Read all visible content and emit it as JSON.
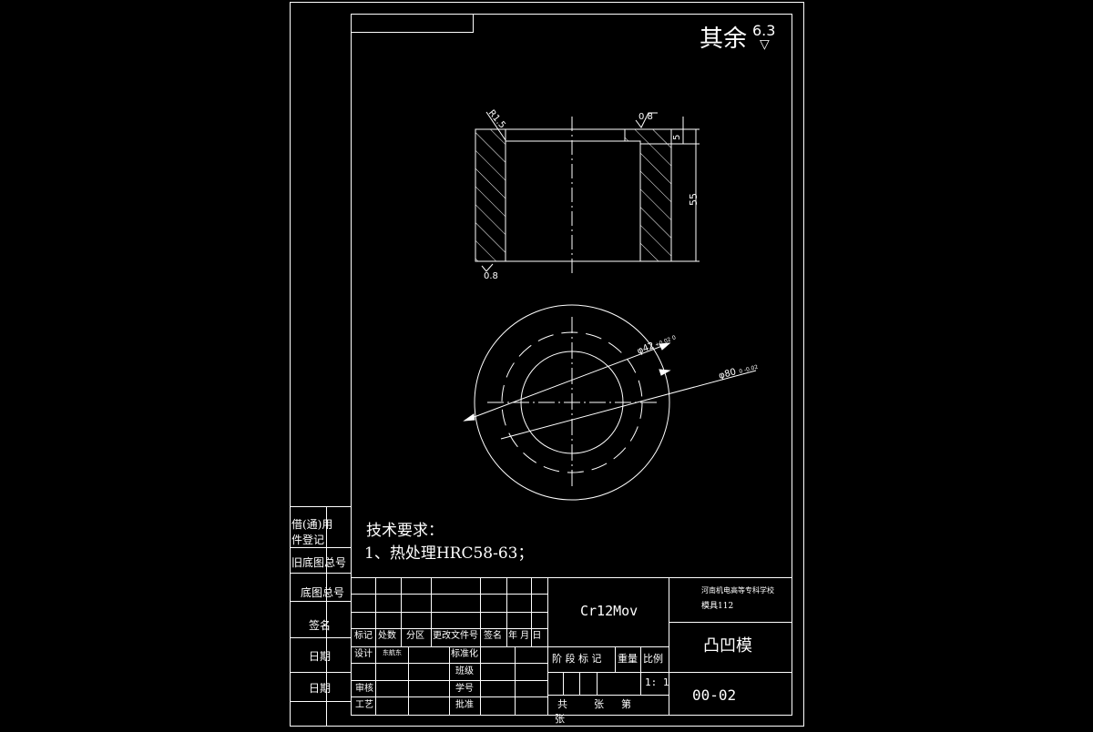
{
  "roughness": {
    "label": "其余",
    "value": "6.3"
  },
  "section_view": {
    "dims": {
      "fillet": "R1.5",
      "chamfer": "0.8",
      "step_height": "5",
      "height": "55",
      "surface_bottom": "0.8"
    }
  },
  "plan_view": {
    "dims": {
      "inner_dia": "φ42",
      "inner_tol": "+0.02\n0",
      "outer_dia": "φ80",
      "outer_tol": "0\n-0.02"
    }
  },
  "tech_requirements": {
    "heading": "技术要求：",
    "items": [
      "1、热处理HRC58-63；"
    ]
  },
  "left_column": {
    "rows": [
      "借(通)用",
      "件登记",
      "旧底图总号",
      "底图总号",
      "签名",
      "日期",
      "日期"
    ]
  },
  "title_block": {
    "material": "Cr12Mov",
    "school": "河南机电高等专科学校",
    "class": "模具112",
    "part_name": "凸凹模",
    "drawing_no": "00-02",
    "revision_headers": [
      "标记",
      "处数",
      "分区",
      "更改文件号",
      "签名",
      "年 月 日"
    ],
    "sign_labels": {
      "design": "设计",
      "design_extra": "东航东",
      "standard": "标准化",
      "class_label": "班级",
      "review": "审核",
      "student_no": "学号",
      "process": "工艺",
      "approve": "批准"
    },
    "stage_headers": [
      "阶 段 标 记",
      "重量",
      "比例"
    ],
    "scale": "1: 1",
    "sheet_total": "共",
    "sheet_label": "张",
    "sheet_no": "第",
    "sheet_label2": "张"
  }
}
